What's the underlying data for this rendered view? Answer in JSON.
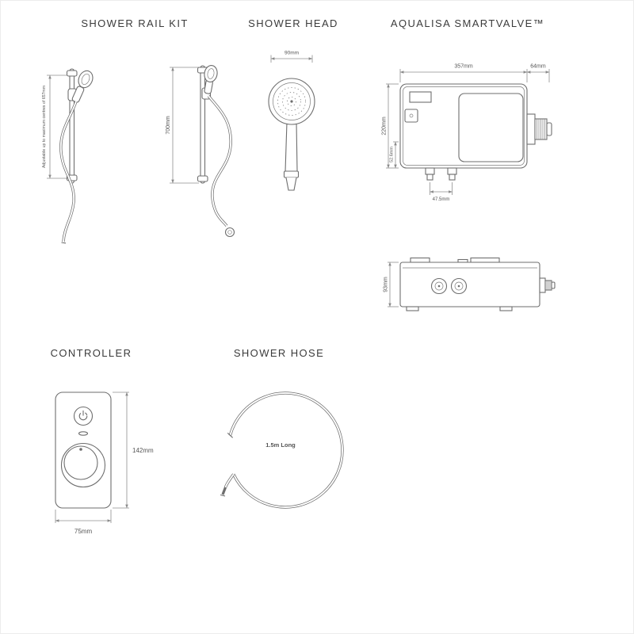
{
  "sections": {
    "shower_rail_kit": {
      "title": "SHOWER RAIL KIT",
      "dimensions": {
        "adjustable_note": "Adjustable up to maximum centres of 657mm",
        "rail_height": "700mm"
      }
    },
    "shower_head": {
      "title": "SHOWER HEAD",
      "dimensions": {
        "head_width": "90mm"
      }
    },
    "smartvalve": {
      "title": "AQUALISA SMARTVALVE™",
      "dimensions": {
        "width": "357mm",
        "knob_depth": "64mm",
        "height": "220mm",
        "lower_height": "52.6mm",
        "pipe_centres": "47.5mm",
        "side_height": "93mm"
      }
    },
    "controller": {
      "title": "CONTROLLER",
      "dimensions": {
        "height": "142mm",
        "width": "75mm"
      }
    },
    "shower_hose": {
      "title": "SHOWER HOSE",
      "dimensions": {
        "length": "1.5m Long"
      }
    }
  }
}
